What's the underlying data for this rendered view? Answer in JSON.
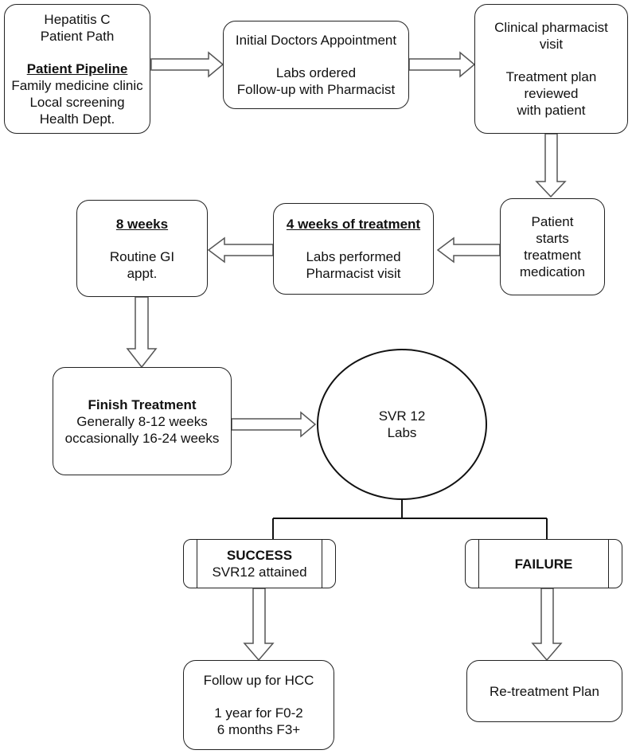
{
  "boxes": {
    "patient_path": {
      "title_1": "Hepatitis C",
      "title_2": "Patient Path",
      "pipeline_heading": "Patient Pipeline",
      "pipeline_items": [
        "Family medicine clinic",
        "Local screening",
        "Health Dept."
      ]
    },
    "initial_doctors": {
      "line_1": "Initial Doctors Appointment",
      "line_2": "Labs ordered",
      "line_3": "Follow-up with Pharmacist"
    },
    "clinical_pharmacist": {
      "line_1": "Clinical pharmacist",
      "line_2": "visit",
      "line_3": "Treatment plan",
      "line_4": "reviewed",
      "line_5": "with patient"
    },
    "patient_starts": {
      "line_1": "Patient",
      "line_2": "starts",
      "line_3": "treatment",
      "line_4": "medication"
    },
    "four_weeks": {
      "heading": "4 weeks of treatment",
      "line_1": "Labs performed",
      "line_2": "Pharmacist visit"
    },
    "eight_weeks": {
      "heading": "8 weeks",
      "line_1": "Routine GI",
      "line_2": "appt."
    },
    "finish_treatment": {
      "heading": "Finish Treatment",
      "line_1": "Generally 8-12 weeks",
      "line_2": "occasionally 16-24 weeks"
    },
    "svr12": {
      "line_1": "SVR 12",
      "line_2": "Labs"
    },
    "success": {
      "heading": "SUCCESS",
      "line_1": "SVR12 attained"
    },
    "failure": {
      "heading": "FAILURE"
    },
    "follow_up_hcc": {
      "line_1": "Follow up for HCC",
      "line_2": "1 year for F0-2",
      "line_3": "6 months F3+"
    },
    "retreatment": {
      "line_1": "Re-treatment Plan"
    }
  }
}
